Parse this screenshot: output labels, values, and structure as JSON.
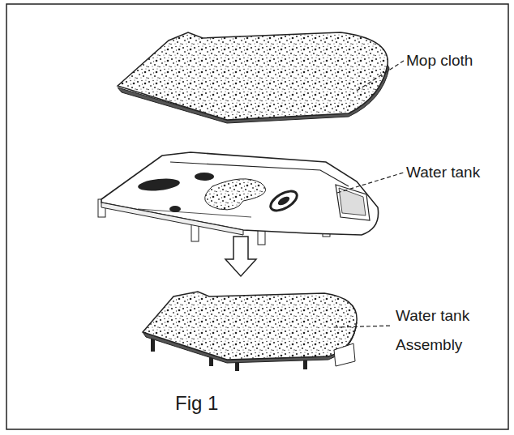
{
  "diagram": {
    "caption": "Fig 1",
    "labels": [
      "Mop cloth",
      "Water tank",
      "Water tank Assembly"
    ]
  }
}
